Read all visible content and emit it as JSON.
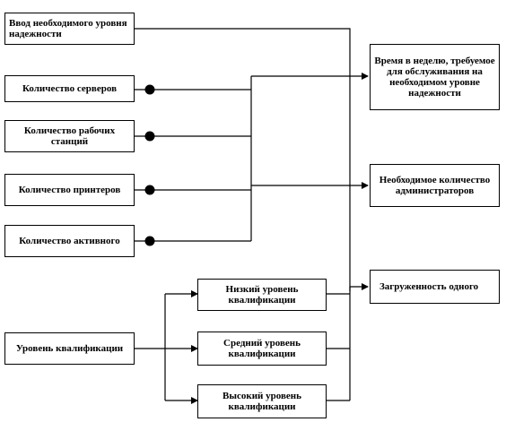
{
  "diagram": {
    "inputs": {
      "reliability": "Ввод необходимого уровня надежности",
      "servers": "Количество серверов",
      "workstations": "Количество рабочих станций",
      "printers": "Количество принтеров",
      "active": "Количество активного",
      "qualification": "Уровень квалификации"
    },
    "levels": {
      "low": "Низкий уровень квалификации",
      "medium": "Средний уровень квалификации",
      "high": "Высокий уровень квалификации"
    },
    "outputs": {
      "time": "Время в неделю, требуемое для обслуживания на необходимом уровне надежности",
      "admins": "Необходимое количество администраторов",
      "load": "Загруженность одного"
    }
  }
}
